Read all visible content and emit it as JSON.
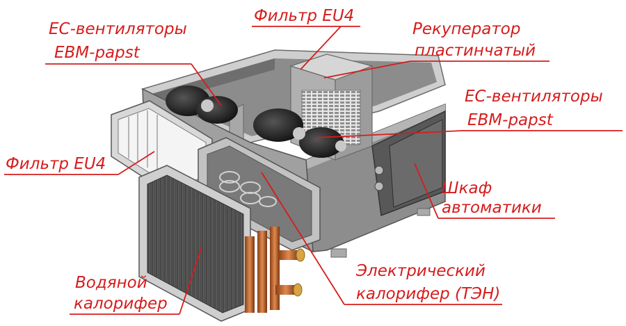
{
  "labels": {
    "ec_fans_left": [
      "EC-вентиляторы",
      "EBM-papst"
    ],
    "filter_top": "Фильтр EU4",
    "recuperator": [
      "Рекуператор",
      "пластинчатый"
    ],
    "ec_fans_right": [
      "EC-вентиляторы",
      "EBM-papst"
    ],
    "filter_left": "Фильтр EU4",
    "control_cabinet": [
      "Шкаф",
      "автоматики"
    ],
    "water_heater": [
      "Водяной",
      "калорифер"
    ],
    "electric_heater": [
      "Электрический",
      "калорифер (ТЭН)"
    ]
  },
  "colors": {
    "label_red": "#d61c1c",
    "casing_gray": "#9a9a9a",
    "fan_black": "#1a1a1a",
    "copper": "#c4672e",
    "brass": "#d9a441"
  }
}
